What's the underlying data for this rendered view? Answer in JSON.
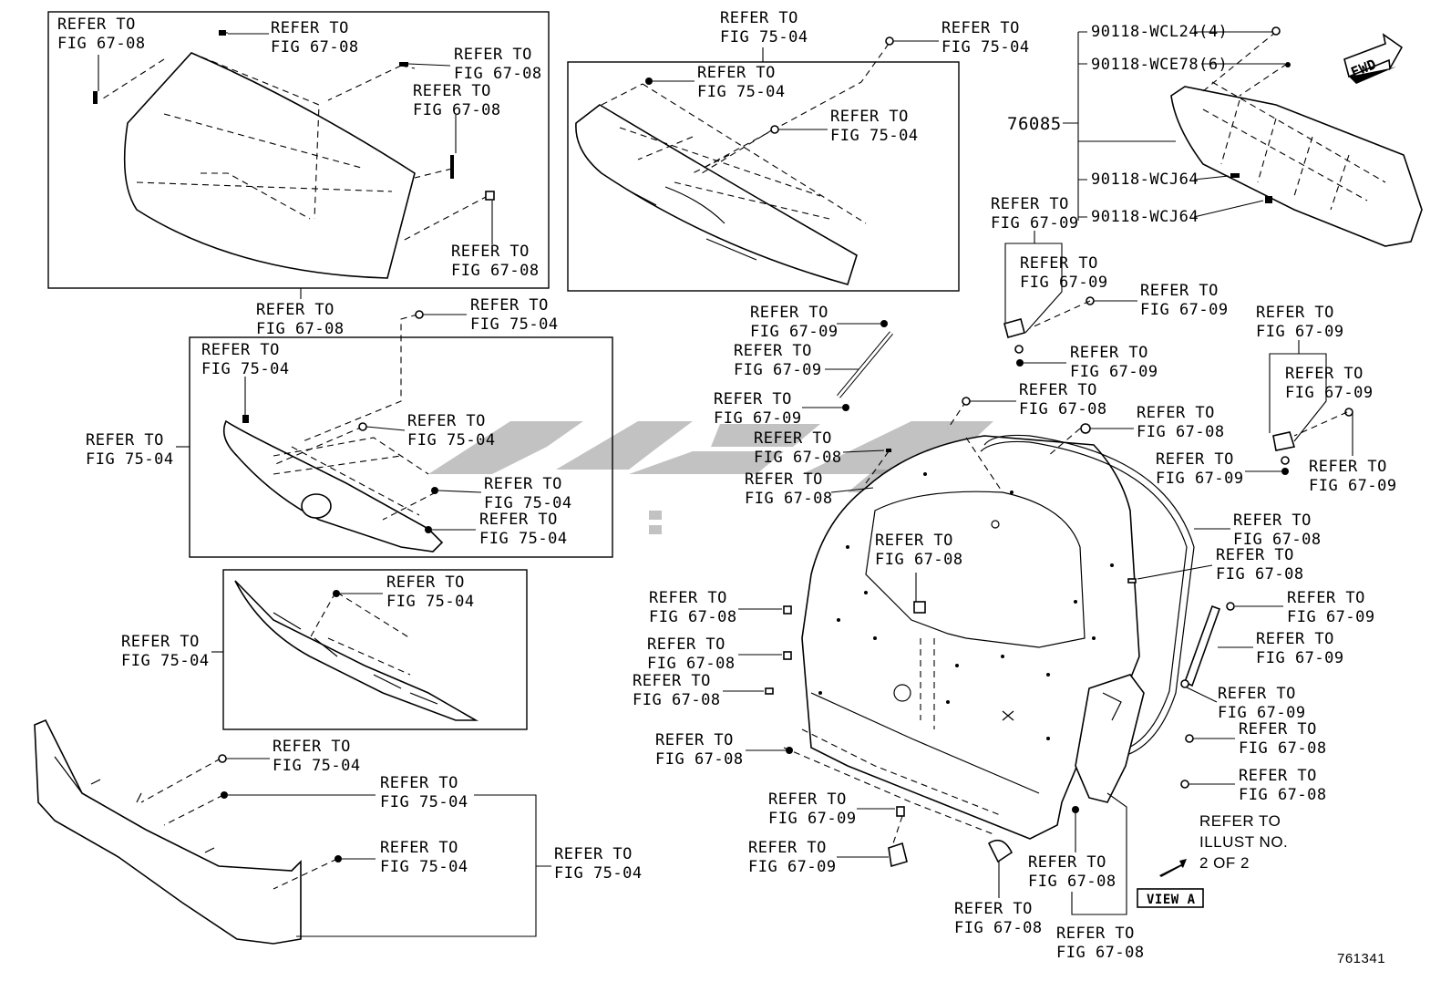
{
  "figure_id": "761341",
  "fwd_label": "FWD",
  "view_a_label": "VIEW A",
  "part_76085": "76085",
  "part_numbers": {
    "wcl24": "90118-WCL24(4)",
    "wce78": "90118-WCE78(6)",
    "wcj64_a": "90118-WCJ64",
    "wcj64_b": "90118-WCJ64"
  },
  "refer_illust": [
    "REFER TO",
    "ILLUST NO.",
    "2 OF 2"
  ],
  "refer_to": "REFER TO",
  "fig": {
    "f6708": "FIG 67-08",
    "f6709": "FIG 67-09",
    "f7504": "FIG 75-04"
  }
}
